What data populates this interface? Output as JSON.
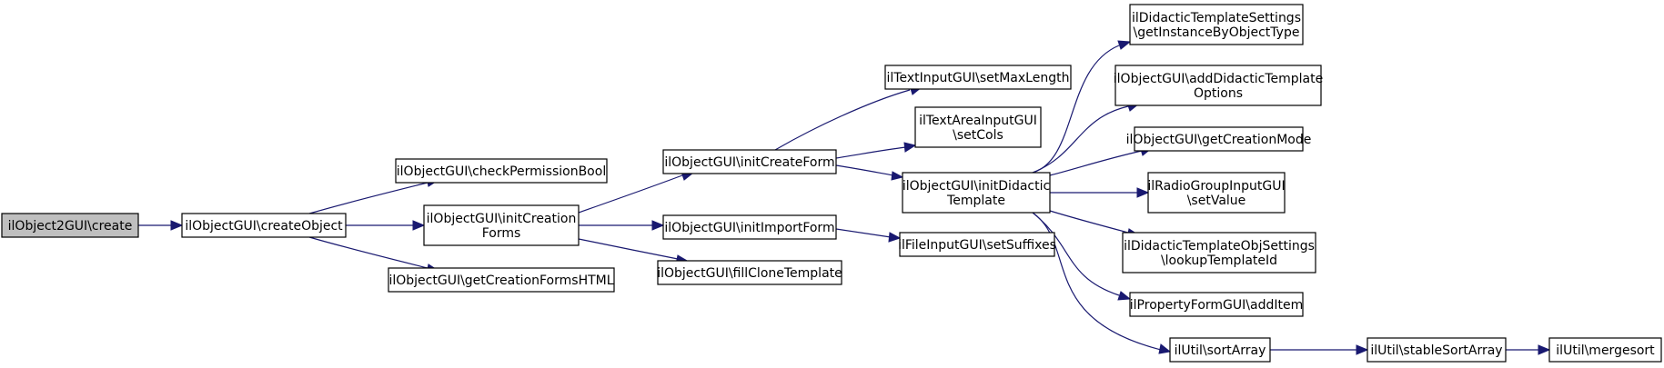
{
  "diagram": {
    "type": "call-graph",
    "colors": {
      "edge": "#191970",
      "root_fill": "#bfbfbf",
      "node_fill": "#ffffff",
      "border": "#000000"
    },
    "nodes": [
      {
        "id": "n0",
        "lines": [
          "ilObject2GUI\\create"
        ],
        "root": true
      },
      {
        "id": "n1",
        "lines": [
          "ilObjectGUI\\createObject"
        ]
      },
      {
        "id": "n2",
        "lines": [
          "ilObjectGUI\\checkPermissionBool"
        ]
      },
      {
        "id": "n3",
        "lines": [
          "ilObjectGUI\\initCreation",
          "Forms"
        ]
      },
      {
        "id": "n4",
        "lines": [
          "ilObjectGUI\\getCreationFormsHTML"
        ]
      },
      {
        "id": "n5",
        "lines": [
          "ilObjectGUI\\initCreateForm"
        ]
      },
      {
        "id": "n6",
        "lines": [
          "ilObjectGUI\\initImportForm"
        ]
      },
      {
        "id": "n7",
        "lines": [
          "ilObjectGUI\\fillCloneTemplate"
        ]
      },
      {
        "id": "n8",
        "lines": [
          "ilTextInputGUI\\setMaxLength"
        ]
      },
      {
        "id": "n9",
        "lines": [
          "ilTextAreaInputGUI",
          "\\setCols"
        ]
      },
      {
        "id": "n10",
        "lines": [
          "ilObjectGUI\\initDidactic",
          "Template"
        ]
      },
      {
        "id": "n11",
        "lines": [
          "ilFileInputGUI\\setSuffixes"
        ]
      },
      {
        "id": "n12",
        "lines": [
          "ilDidacticTemplateSettings",
          "\\getInstanceByObjectType"
        ]
      },
      {
        "id": "n13",
        "lines": [
          "ilObjectGUI\\addDidacticTemplate",
          "Options"
        ]
      },
      {
        "id": "n14",
        "lines": [
          "ilObjectGUI\\getCreationMode"
        ]
      },
      {
        "id": "n15",
        "lines": [
          "ilRadioGroupInputGUI",
          "\\setValue"
        ]
      },
      {
        "id": "n16",
        "lines": [
          "ilDidacticTemplateObjSettings",
          "\\lookupTemplateId"
        ]
      },
      {
        "id": "n17",
        "lines": [
          "ilPropertyFormGUI\\addItem"
        ]
      },
      {
        "id": "n18",
        "lines": [
          "ilUtil\\sortArray"
        ]
      },
      {
        "id": "n19",
        "lines": [
          "ilUtil\\stableSortArray"
        ]
      },
      {
        "id": "n20",
        "lines": [
          "ilUtil\\mergesort"
        ]
      }
    ],
    "edges": [
      [
        "n0",
        "n1"
      ],
      [
        "n1",
        "n2"
      ],
      [
        "n1",
        "n3"
      ],
      [
        "n1",
        "n4"
      ],
      [
        "n3",
        "n5"
      ],
      [
        "n3",
        "n6"
      ],
      [
        "n3",
        "n7"
      ],
      [
        "n5",
        "n8"
      ],
      [
        "n5",
        "n9"
      ],
      [
        "n5",
        "n10"
      ],
      [
        "n6",
        "n11"
      ],
      [
        "n10",
        "n12"
      ],
      [
        "n10",
        "n13"
      ],
      [
        "n10",
        "n14"
      ],
      [
        "n10",
        "n15"
      ],
      [
        "n10",
        "n16"
      ],
      [
        "n10",
        "n17"
      ],
      [
        "n10",
        "n18"
      ],
      [
        "n18",
        "n19"
      ],
      [
        "n19",
        "n20"
      ]
    ]
  }
}
